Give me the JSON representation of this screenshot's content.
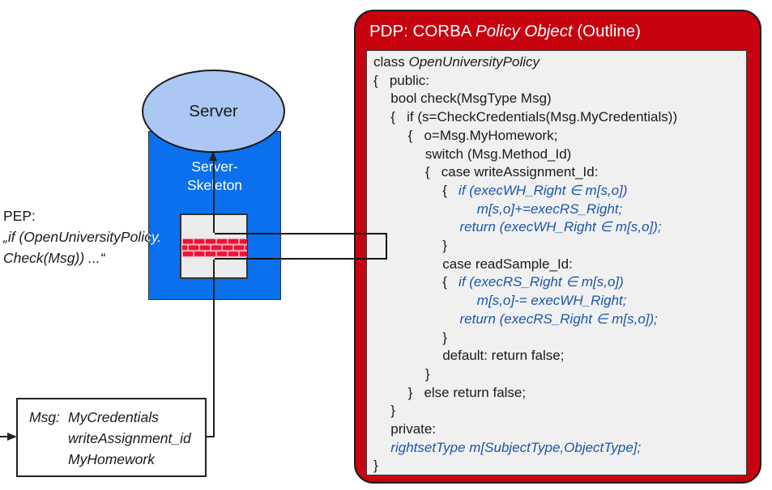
{
  "colors": {
    "pdp_red": "#c70310",
    "panel_gray": "#f0f0f0",
    "server_rect_blue": "#0a70ee",
    "server_ellipse_blue": "#abc7f3",
    "code_blue": "#1b56a9",
    "brick_red": "#ec1334",
    "brick_mortar": "#f7abb9"
  },
  "pdp": {
    "title_segments": [
      {
        "t": "PDP: CORBA ",
        "s": "p"
      },
      {
        "t": "Policy Object",
        "s": "i"
      },
      {
        "t": " (Outline)",
        "s": "p"
      }
    ],
    "code_lines": [
      {
        "indent": 0,
        "segs": [
          {
            "t": "class ",
            "s": "p"
          },
          {
            "t": "OpenUniversityPolicy",
            "s": "i"
          }
        ]
      },
      {
        "indent": 0,
        "segs": [
          {
            "t": "{   public:",
            "s": "p"
          }
        ]
      },
      {
        "indent": 1,
        "segs": [
          {
            "t": "bool check(MsgType Msg)",
            "s": "p"
          }
        ]
      },
      {
        "indent": 1,
        "segs": [
          {
            "t": "{   if (s=CheckCredentials(Msg.MyCredentials))",
            "s": "p"
          }
        ]
      },
      {
        "indent": 2,
        "segs": [
          {
            "t": "{   o=Msg.MyHomework;",
            "s": "p"
          }
        ]
      },
      {
        "indent": 3,
        "segs": [
          {
            "t": "switch (Msg.Method_Id)",
            "s": "p"
          }
        ]
      },
      {
        "indent": 3,
        "segs": [
          {
            "t": "{   case writeAssignment_Id:",
            "s": "p"
          }
        ]
      },
      {
        "indent": 4,
        "segs": [
          {
            "t": "{   ",
            "s": "p"
          },
          {
            "t": "if (execWH_Right ∈ m[s,o])",
            "s": "b"
          }
        ]
      },
      {
        "indent": 6,
        "segs": [
          {
            "t": "m[s,o]+=execRS_Right;",
            "s": "b"
          }
        ]
      },
      {
        "indent": 5,
        "segs": [
          {
            "t": "return (execWH_Right ∈ m[s,o]);",
            "s": "b"
          }
        ]
      },
      {
        "indent": 4,
        "segs": [
          {
            "t": "}",
            "s": "p"
          }
        ]
      },
      {
        "indent": 4,
        "segs": [
          {
            "t": "case readSample_Id:",
            "s": "p"
          }
        ]
      },
      {
        "indent": 4,
        "segs": [
          {
            "t": "{   ",
            "s": "p"
          },
          {
            "t": "if (execRS_Right ∈ m[s,o])",
            "s": "b"
          }
        ]
      },
      {
        "indent": 6,
        "segs": [
          {
            "t": "m[s,o]-= execWH_Right;",
            "s": "b"
          }
        ]
      },
      {
        "indent": 5,
        "segs": [
          {
            "t": "return (execRS_Right ∈ m[s,o]);",
            "s": "b"
          }
        ]
      },
      {
        "indent": 4,
        "segs": [
          {
            "t": "}",
            "s": "p"
          }
        ]
      },
      {
        "indent": 4,
        "segs": [
          {
            "t": "default: return false;",
            "s": "p"
          }
        ]
      },
      {
        "indent": 3,
        "segs": [
          {
            "t": "}",
            "s": "p"
          }
        ]
      },
      {
        "indent": 2,
        "segs": [
          {
            "t": "}   else return false;",
            "s": "p"
          }
        ]
      },
      {
        "indent": 1,
        "segs": [
          {
            "t": "}",
            "s": "p"
          }
        ]
      },
      {
        "indent": 1,
        "segs": [
          {
            "t": "private:",
            "s": "p"
          }
        ]
      },
      {
        "indent": 1,
        "segs": [
          {
            "t": "rightsetType m[SubjectType,ObjectType];",
            "s": "b"
          }
        ]
      },
      {
        "indent": 0,
        "segs": [
          {
            "t": "}",
            "s": "p"
          }
        ]
      }
    ]
  },
  "server": {
    "label": "Server",
    "skeleton_lines": [
      "Server-",
      "Skeleton"
    ]
  },
  "pep": {
    "line1": "PEP:",
    "line2": "„if (OpenUniversityPolicy.",
    "line3": "Check(Msg)) ...“"
  },
  "msg_box": {
    "label": "Msg:",
    "items": [
      "MyCredentials",
      "writeAssignment_id",
      "MyHomework"
    ]
  }
}
